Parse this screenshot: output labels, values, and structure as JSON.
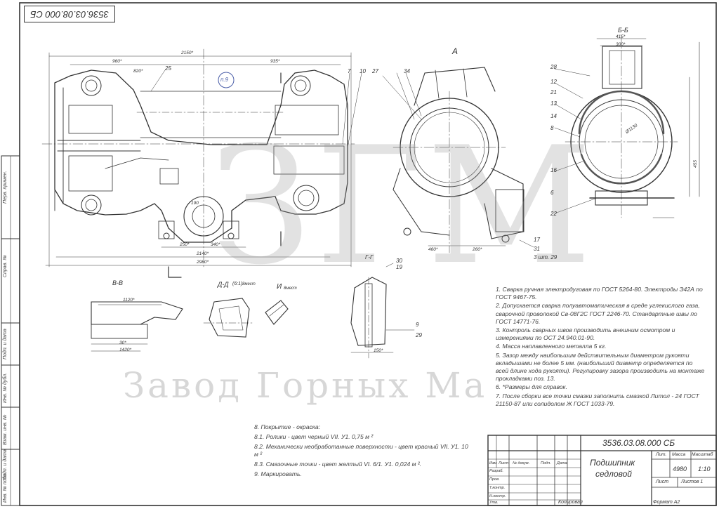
{
  "drawing_number_top": "3536.03.08.000 СБ",
  "view_labels": {
    "a": "A",
    "bb": "Б-Б",
    "vv": "В-В",
    "dd": "Д-Д",
    "dd_scale": "(6:1)",
    "dd_note": "8мест",
    "i": "И",
    "i_note": "8мест",
    "gg": "Г-Г",
    "p9": "п.9"
  },
  "notes": [
    "1. Сварка ручная электродуговая по ГОСТ 5264-80. Электроды Э42А по ГОСТ 9467-75.",
    "2. Допускается сварка полуавтоматическая в среде углекислого газа, сварочной проволокой Св-08Г2С ГОСТ 2246-70. Стандартные швы по ГОСТ 14771-76.",
    "3. Контроль сварных швов производить внешним осмотром и измерениями по ОСТ 24.940.01-90.",
    "4. Масса наплавленного металла 5 кг.",
    "5. Зазор между наибольшим действительным диаметром рукояти вкладышами не более 5 мм. (наибольший диаметр определяется по всей длине хода рукояти). Регулировку зазора производить на монтаже прокладками поз. 13.",
    "6. *Размеры для справок.",
    "7. После сборки все точки смазки заполнить смазкой Литол - 24 ГОСТ 21150-87 или солидолом Ж ГОСТ 1033-79."
  ],
  "paint_notes": [
    "8. Покрытие - окраска:",
    "8.1. Ролики - цвет черный VII. У1. 0,75 м ²",
    "8.2. Механически необработанные поверхности - цвет красный VII. У1. 10 м ²",
    "8.3. Смазочные точки - цвет желтый VI. 6/1. У1. 0,024 м ².",
    "9. Маркировать."
  ],
  "title_block": {
    "number": "3536.03.08.000 СБ",
    "name_line1": "Подшипник",
    "name_line2": "седловой",
    "lit_header": "Лит.",
    "mass_header": "Масса",
    "scale_header": "Масштаб",
    "mass": "4980",
    "scale": "1:10",
    "sheet": "Лист",
    "sheets": "Листов 1",
    "rows": [
      "Изм",
      "Лист",
      "№ докум.",
      "Подп.",
      "Дата"
    ],
    "roles": [
      "Разраб.",
      "Пров.",
      "Т.контр.",
      "",
      "Н.контр.",
      "Утв."
    ],
    "copied": "Копировал",
    "format": "Формат А2"
  },
  "side_labels": [
    "Перв. примен.",
    "Справ. №",
    "Подп. и дата",
    "Инв. № дубл.",
    "Взам. инв. №",
    "Подп. и дата",
    "Инв. № подл."
  ],
  "watermark": {
    "big": "ЗГМ",
    "line": "Завод Горных Ма"
  },
  "callouts": [
    "25",
    "7",
    "10",
    "27",
    "34",
    "28",
    "12",
    "21",
    "13",
    "14",
    "8",
    "16",
    "6",
    "22",
    "17",
    "31",
    "3 шт. 29",
    "30",
    "19",
    "9",
    "29"
  ],
  "dims": [
    "2150*",
    "960*",
    "935*",
    "820*",
    "250*",
    "340*",
    "2140*",
    "2980*",
    "190",
    "460*",
    "260*",
    "30*",
    "1420*",
    "1120*",
    "415*",
    "300*",
    "Ø1130",
    "455",
    "150*"
  ]
}
